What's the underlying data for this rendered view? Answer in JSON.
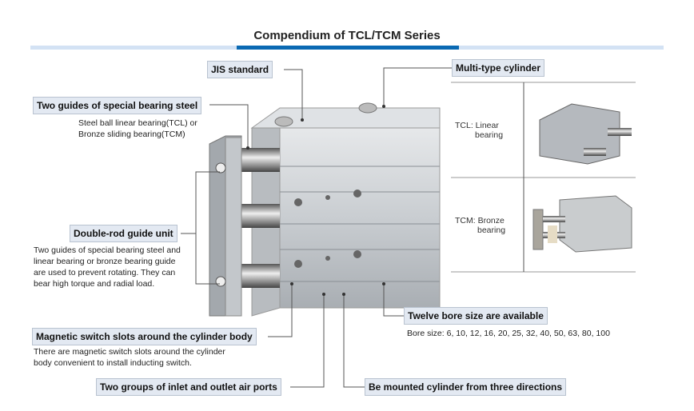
{
  "header": {
    "title": "Compendium of TCL/TCM Series"
  },
  "callouts": {
    "jis": {
      "label": "JIS standard"
    },
    "multi_type": {
      "label": "Multi-type cylinder"
    },
    "two_guides": {
      "label": "Two guides of special bearing steel",
      "desc": [
        "Steel ball linear bearing(TCL) or",
        "Bronze sliding bearing(TCM)"
      ]
    },
    "double_rod": {
      "label": "Double-rod guide unit",
      "desc": [
        "Two guides of special bearing steel and",
        "linear bearing or bronze bearing guide",
        "are used to prevent rotating. They can",
        "bear high torque and radial load."
      ]
    },
    "magnetic": {
      "label": "Magnetic switch slots around the cylinder body",
      "desc": [
        "There are magnetic switch slots around the cylinder",
        "body convenient to install inducting switch."
      ]
    },
    "air_ports": {
      "label": "Two groups of inlet and outlet air ports"
    },
    "bore": {
      "label": "Twelve bore size are available",
      "desc": "Bore size: 6, 10, 12, 16, 20, 25, 32, 40, 50, 63, 80, 100"
    },
    "mounted": {
      "label": "Be mounted cylinder from three directions"
    }
  },
  "types_table": [
    {
      "line1": "TCL: Linear",
      "line2": "bearing"
    },
    {
      "line1": "TCM: Bronze",
      "line2": "bearing"
    }
  ],
  "colors": {
    "accent": "#0a69b3",
    "accent_light": "#d3e2f4",
    "label_bg": "#e3e9f2"
  }
}
